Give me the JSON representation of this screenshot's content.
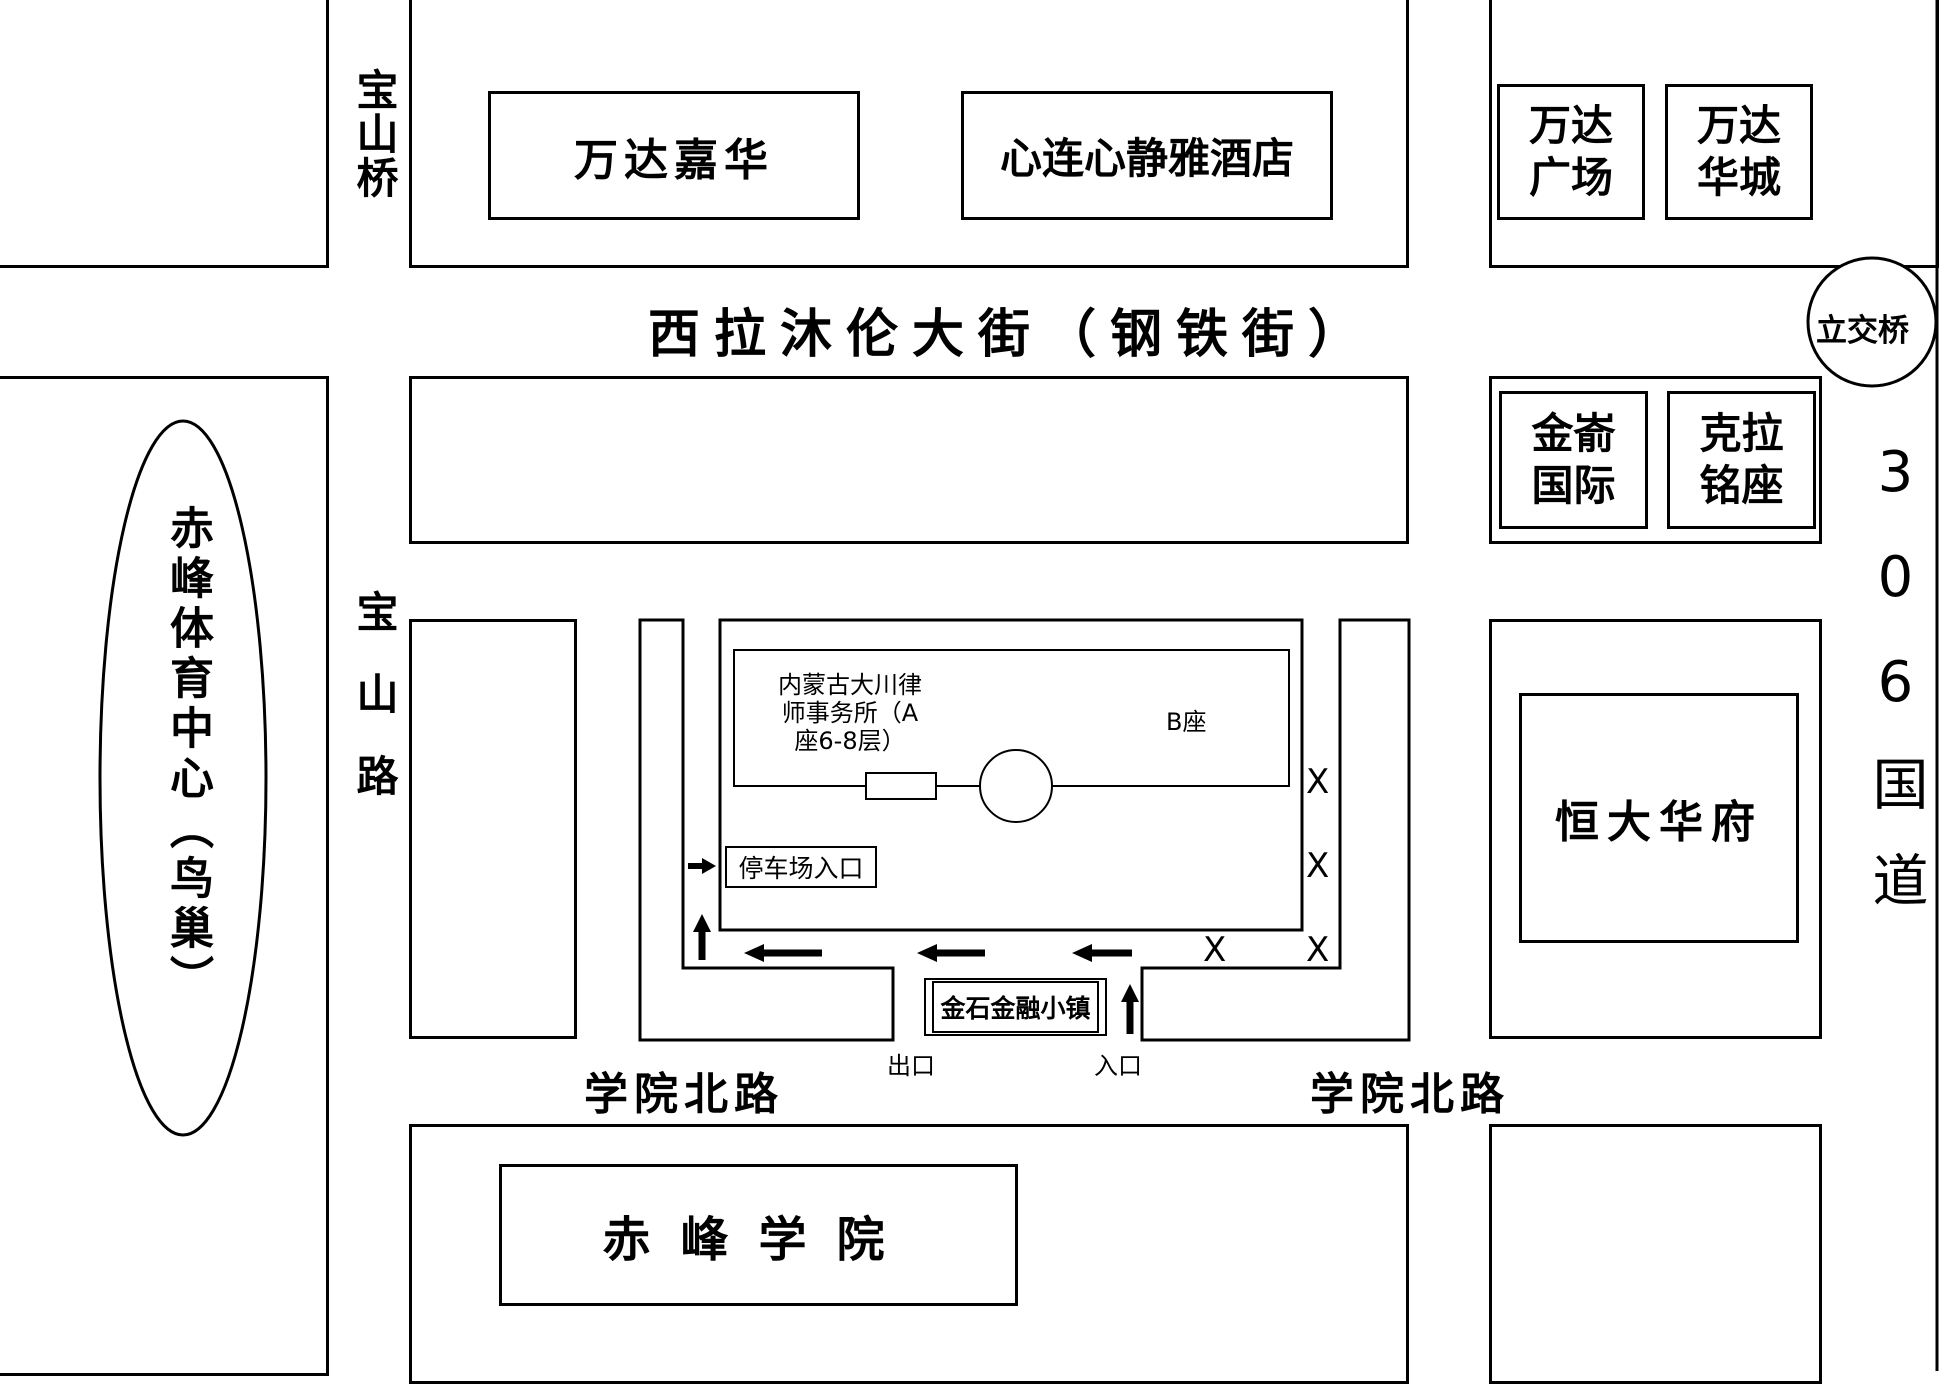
{
  "roads": {
    "main_street": "西拉沐伦大街（钢铁街）",
    "baoshan_bridge": "宝山桥",
    "baoshan_road": "宝山路",
    "xueyuan_north_left": "学院北路",
    "xueyuan_north_right": "学院北路",
    "highway_306": "306国道",
    "overpass": "立交桥"
  },
  "buildings": {
    "wanda_jiahua": "万达嘉华",
    "xinlianxin_hotel": "心连心静雅酒店",
    "wanda_plaza": "万达广场",
    "wanda_huacheng": "万达华城",
    "jinyu_intl": "金嵛国际",
    "kela_mingzuo": "克拉铭座",
    "sports_center": "赤峰体育中心（鸟巢）",
    "hengda_huafu": "恒大华府",
    "chifeng_college": "赤峰学院"
  },
  "complex": {
    "law_firm": "内蒙古大川律师事务所（A座6-8层）",
    "b_building": "B座",
    "parking_entrance": "停车场入口",
    "finance_town": "金石金融小镇",
    "exit": "出口",
    "entrance": "入口",
    "blocked_mark": "X"
  },
  "icons": [
    "arrow-right-icon",
    "arrow-up-icon",
    "arrow-left-icon",
    "x-blocked-icon"
  ]
}
